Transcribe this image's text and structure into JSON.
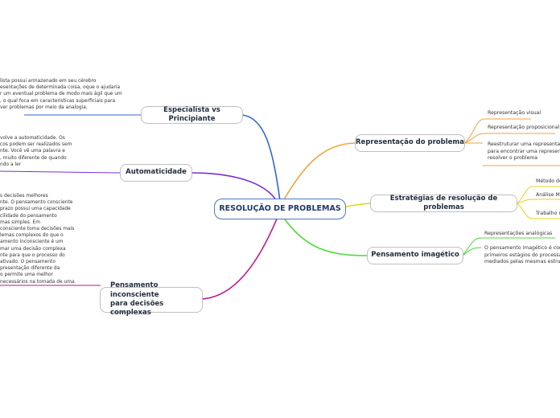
{
  "colors": {
    "central_border": "#4a78c0",
    "blue": "#2f66d8",
    "purple": "#7b2fd1",
    "magenta": "#c0148e",
    "orange": "#f2a33a",
    "yellow": "#e0d51a",
    "green": "#4fd83a",
    "pink": "#e05ad2"
  },
  "central": {
    "label": "RESOLUÇÃO DE PROBLEMAS"
  },
  "left": [
    {
      "label": "Especialista vs Principiante",
      "note": [
        "lista possui armazenado em seu cérebro",
        "esentações de determinada coisa, oque o ajudaria",
        "r um eventual problema de modo mais ágil que um",
        ", o qual foca em caracteristicas superficiais para",
        "ver problemas por meio da analogia."
      ]
    },
    {
      "label": "Automaticidade",
      "note": [
        "volve a automaticidade. Os",
        "cos podem ser realizados sem",
        "nte. Você vê uma palavra e",
        ", muito diferente de quando",
        "ndo a ler"
      ]
    },
    {
      "label_lines": [
        "Pensamento inconsciente",
        "para decisões complexas"
      ],
      "note": [
        "s decisões melhores",
        "nte. O pensamento consciente",
        "prazo possui uma capacidade",
        "cilidade do pensamento",
        "mas simples. Em",
        "consciente toma decisões mais",
        "lemas complexos do que o",
        "amento inconsciente é um",
        "mar uma decisão complexa",
        "nte para que o processo do",
        "ativado. O pensamento",
        "presentação diferente da",
        "o permite uma melhor",
        "necessários na tomada de uma"
      ]
    }
  ],
  "right": [
    {
      "label": "Representação do problema",
      "leaves": [
        {
          "lines": [
            "Representação visual"
          ]
        },
        {
          "lines": [
            "Representação proposicional"
          ]
        },
        {
          "lines": [
            "Reestruturar uma representaçã",
            "para encontrar uma representa",
            "resolver o problema"
          ]
        }
      ]
    },
    {
      "label": "Estratégias de resolução de problemas",
      "leaves": [
        {
          "lines": [
            "Método de"
          ]
        },
        {
          "lines": [
            "Análise Me"
          ]
        },
        {
          "lines": [
            "Trabalho n"
          ]
        }
      ]
    },
    {
      "label": "Pensamento imagético",
      "leaves": [
        {
          "lines": [
            "Representações analógicas"
          ]
        },
        {
          "lines": [
            "O pensamento imagético é como",
            "primeiros estágios do processam",
            "mediados pelas mesmas estrutur"
          ]
        }
      ]
    }
  ]
}
